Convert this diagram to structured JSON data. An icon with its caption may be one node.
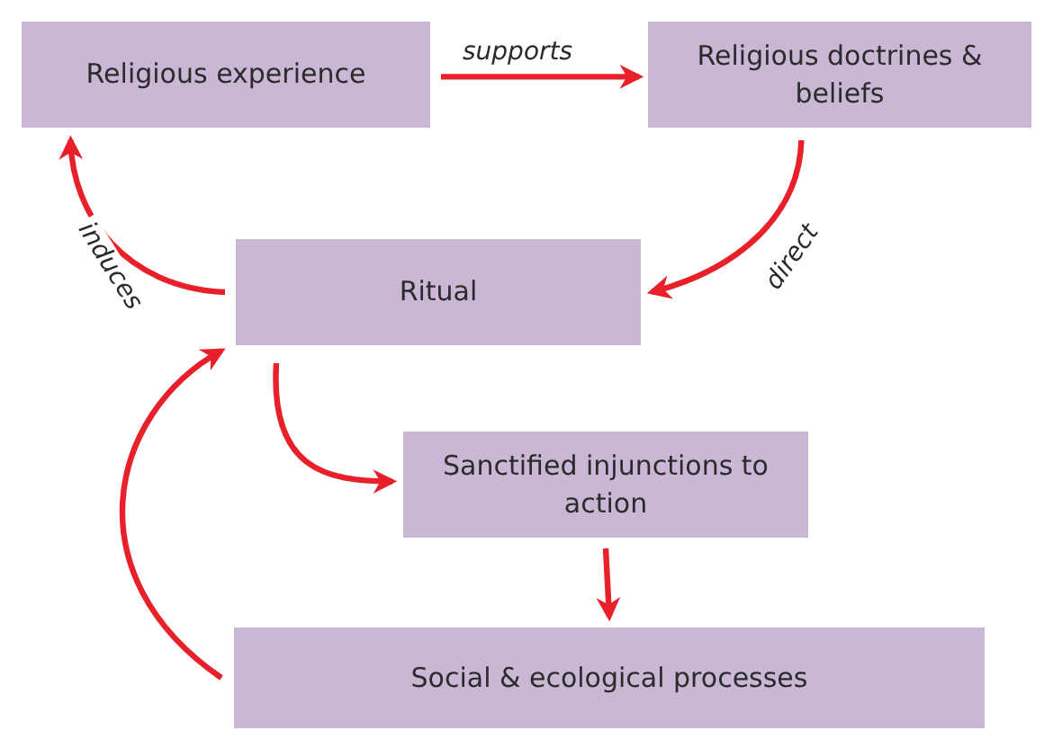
{
  "diagram": {
    "nodes": [
      {
        "text": [
          "Religious experience"
        ]
      },
      {
        "text": [
          "Religious doctrines & beliefs"
        ]
      },
      {
        "text": [
          "Ritual"
        ]
      },
      {
        "text": [
          "Sanctified injunctions to action"
        ]
      },
      {
        "text": [
          "Social & ecological processes"
        ]
      }
    ],
    "edges": [
      {
        "from": 0,
        "to": 1,
        "arrow": "to",
        "label": "supports"
      },
      {
        "from": 1,
        "to": 2,
        "arrow": "to",
        "label": "direct"
      },
      {
        "from": 2,
        "to": 0,
        "arrow": "to",
        "label": "induces"
      },
      {
        "from": 2,
        "to": 3,
        "arrow": "to"
      },
      {
        "from": 3,
        "to": 4,
        "arrow": "to"
      },
      {
        "from": 4,
        "to": 2,
        "arrow": "to"
      }
    ]
  }
}
